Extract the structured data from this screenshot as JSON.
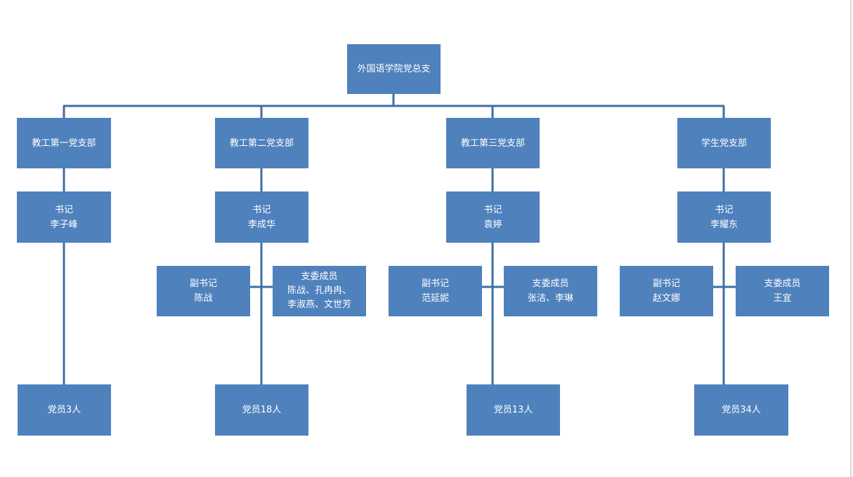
{
  "colors": {
    "box": "#4f81bd",
    "line": "#3e6ea6",
    "text": "#ffffff"
  },
  "root": {
    "label": "外国语学院党总支"
  },
  "branches": [
    {
      "name": "教工第一党支部",
      "secretary": {
        "title": "书记",
        "person": "李子峰"
      },
      "members": "党员3人"
    },
    {
      "name": "教工第二党支部",
      "secretary": {
        "title": "书记",
        "person": "李成华"
      },
      "deputy": {
        "title": "副书记",
        "person": "陈战"
      },
      "committee": {
        "title": "支委成员",
        "line1": "陈战、孔冉冉、",
        "line2": "李淑燕、文世芳"
      },
      "members": "党员18人"
    },
    {
      "name": "教工第三党支部",
      "secretary": {
        "title": "书记",
        "person": "袁婷"
      },
      "deputy": {
        "title": "副书记",
        "person": "范延妮"
      },
      "committee": {
        "title": "支委成员",
        "line1": "张洁、李琳"
      },
      "members": "党员13人"
    },
    {
      "name": "学生党支部",
      "secretary": {
        "title": "书记",
        "person": "李耀东"
      },
      "deputy": {
        "title": "副书记",
        "person": "赵文娜"
      },
      "committee": {
        "title": "支委成员",
        "line1": "王宜"
      },
      "members": "党员34人"
    }
  ]
}
